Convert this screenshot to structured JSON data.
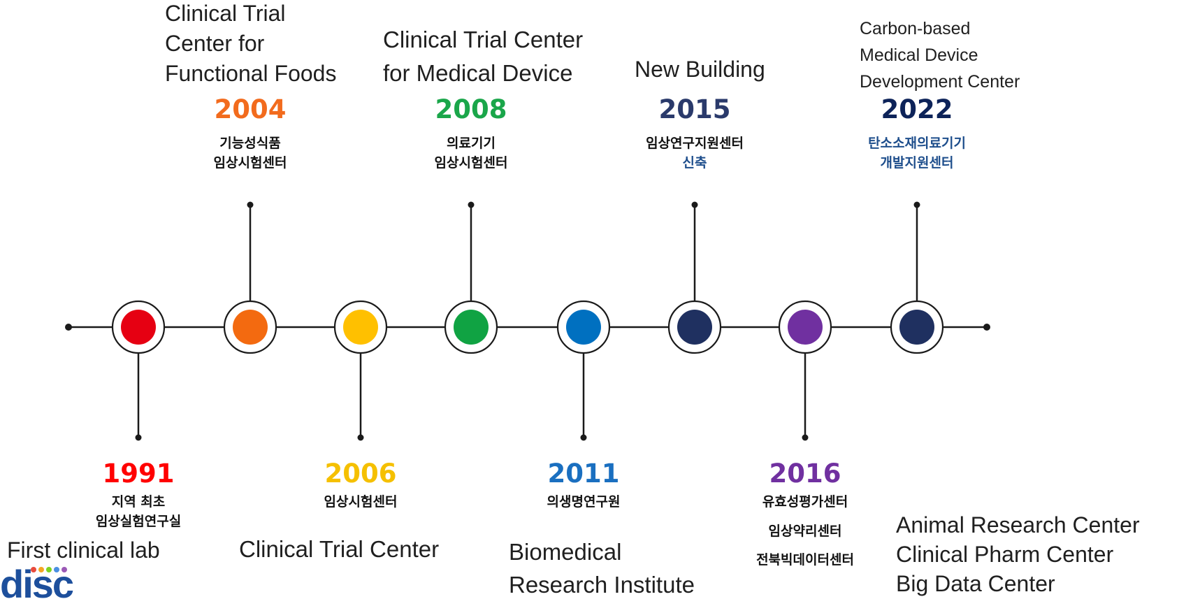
{
  "events": [
    {
      "year": "1991",
      "year_color": "#ff0000",
      "node_color": "#e60012",
      "side": "bottom",
      "ko": [
        "지역 최초",
        "임상실험연구실"
      ],
      "ko_color": "#111111",
      "en": [
        "First clinical lab"
      ]
    },
    {
      "year": "2004",
      "year_color": "#f26b1d",
      "node_color": "#f36a10",
      "side": "top",
      "ko": [
        "기능성식품",
        "임상시험센터"
      ],
      "ko_color": "#111111",
      "en": [
        "Clinical Trial",
        "Center for",
        "Functional Foods"
      ]
    },
    {
      "year": "2006",
      "year_color": "#f5c000",
      "node_color": "#ffc000",
      "side": "bottom",
      "ko": [
        "임상시험센터"
      ],
      "ko_color": "#111111",
      "en": [
        "Clinical Trial Center"
      ]
    },
    {
      "year": "2008",
      "year_color": "#1aa64a",
      "node_color": "#10a343",
      "side": "top",
      "ko": [
        "의료기기",
        "임상시험센터"
      ],
      "ko_color": "#111111",
      "en": [
        "Clinical Trial Center",
        "for Medical Device"
      ]
    },
    {
      "year": "2011",
      "year_color": "#1a6fc0",
      "node_color": "#0070c0",
      "side": "bottom",
      "ko": [
        "의생명연구원"
      ],
      "ko_color": "#111111",
      "en": [
        "Biomedical",
        "Research Institute"
      ]
    },
    {
      "year": "2015",
      "year_color": "#2a3a6b",
      "node_color": "#1f3060",
      "side": "top",
      "ko": [
        "임상연구지원센터",
        "신축"
      ],
      "ko_color": "#111111",
      "ko_second_color": "#1e4e8c",
      "en": [
        "New Building"
      ]
    },
    {
      "year": "2016",
      "year_color": "#7030a0",
      "node_color": "#7030a0",
      "side": "bottom",
      "ko": [
        "유효성평가센터",
        "임상약리센터",
        "전북빅데이터센터"
      ],
      "ko_color": "#111111",
      "en": [
        "Animal Research Center",
        "Clinical Pharm Center",
        "Big Data Center"
      ]
    },
    {
      "year": "2022",
      "year_color": "#0d2359",
      "node_color": "#1f3060",
      "side": "top",
      "ko": [
        "탄소소재의료기기",
        "개발지원센터"
      ],
      "ko_color": "#1e4e8c",
      "en": [
        "Carbon-based",
        "Medical Device",
        "Development Center"
      ]
    }
  ],
  "logo": {
    "text": "disc",
    "dot_colors": [
      "#e94b3c",
      "#f5a623",
      "#7ed321",
      "#4a90e2",
      "#9b59b6"
    ]
  }
}
